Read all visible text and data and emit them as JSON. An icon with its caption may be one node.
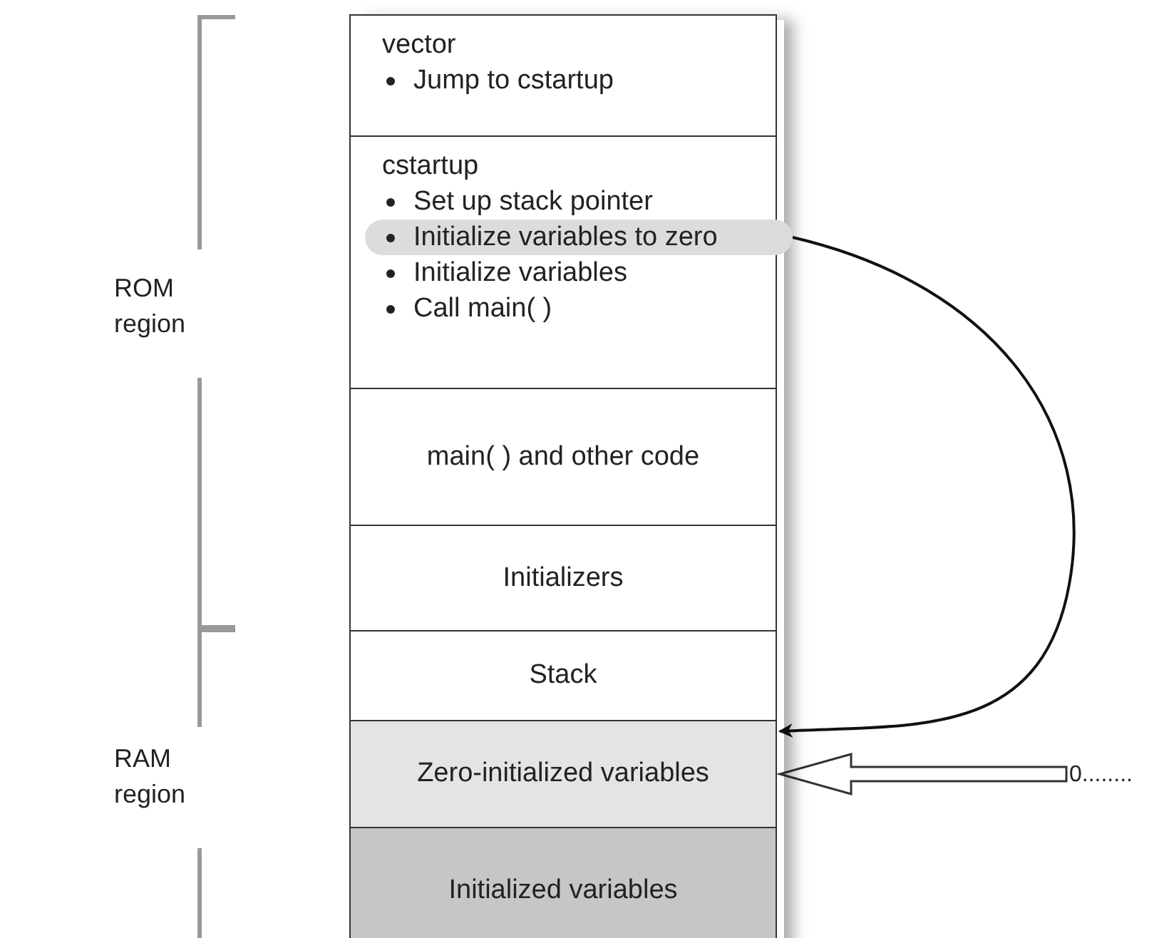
{
  "diagram": {
    "nodes": [
      {
        "text": [
          "vector",
          "Jump to cstartup"
        ]
      },
      {
        "text": [
          "cstartup",
          "Set up stack pointer",
          "Initialize variables",
          "Call main( )"
        ]
      },
      {
        "text": [
          "Initialize variables to zero"
        ],
        "in": 1
      },
      {
        "text": [
          "main( ) and other code"
        ]
      },
      {
        "text": [
          "Initializers"
        ]
      },
      {
        "text": [
          "Stack"
        ]
      },
      {
        "text": [
          "Zero-initialized variables"
        ]
      },
      {
        "text": [
          "Initialized variables"
        ]
      },
      {
        "text": [
          "0........"
        ]
      }
    ],
    "edges": [
      {
        "from": 2,
        "to": 6,
        "arrow": "to"
      },
      {
        "from": 8,
        "to": 6,
        "arrow": "to",
        "style": "thick"
      }
    ],
    "labels": [
      "ROM region",
      "RAM region"
    ]
  }
}
